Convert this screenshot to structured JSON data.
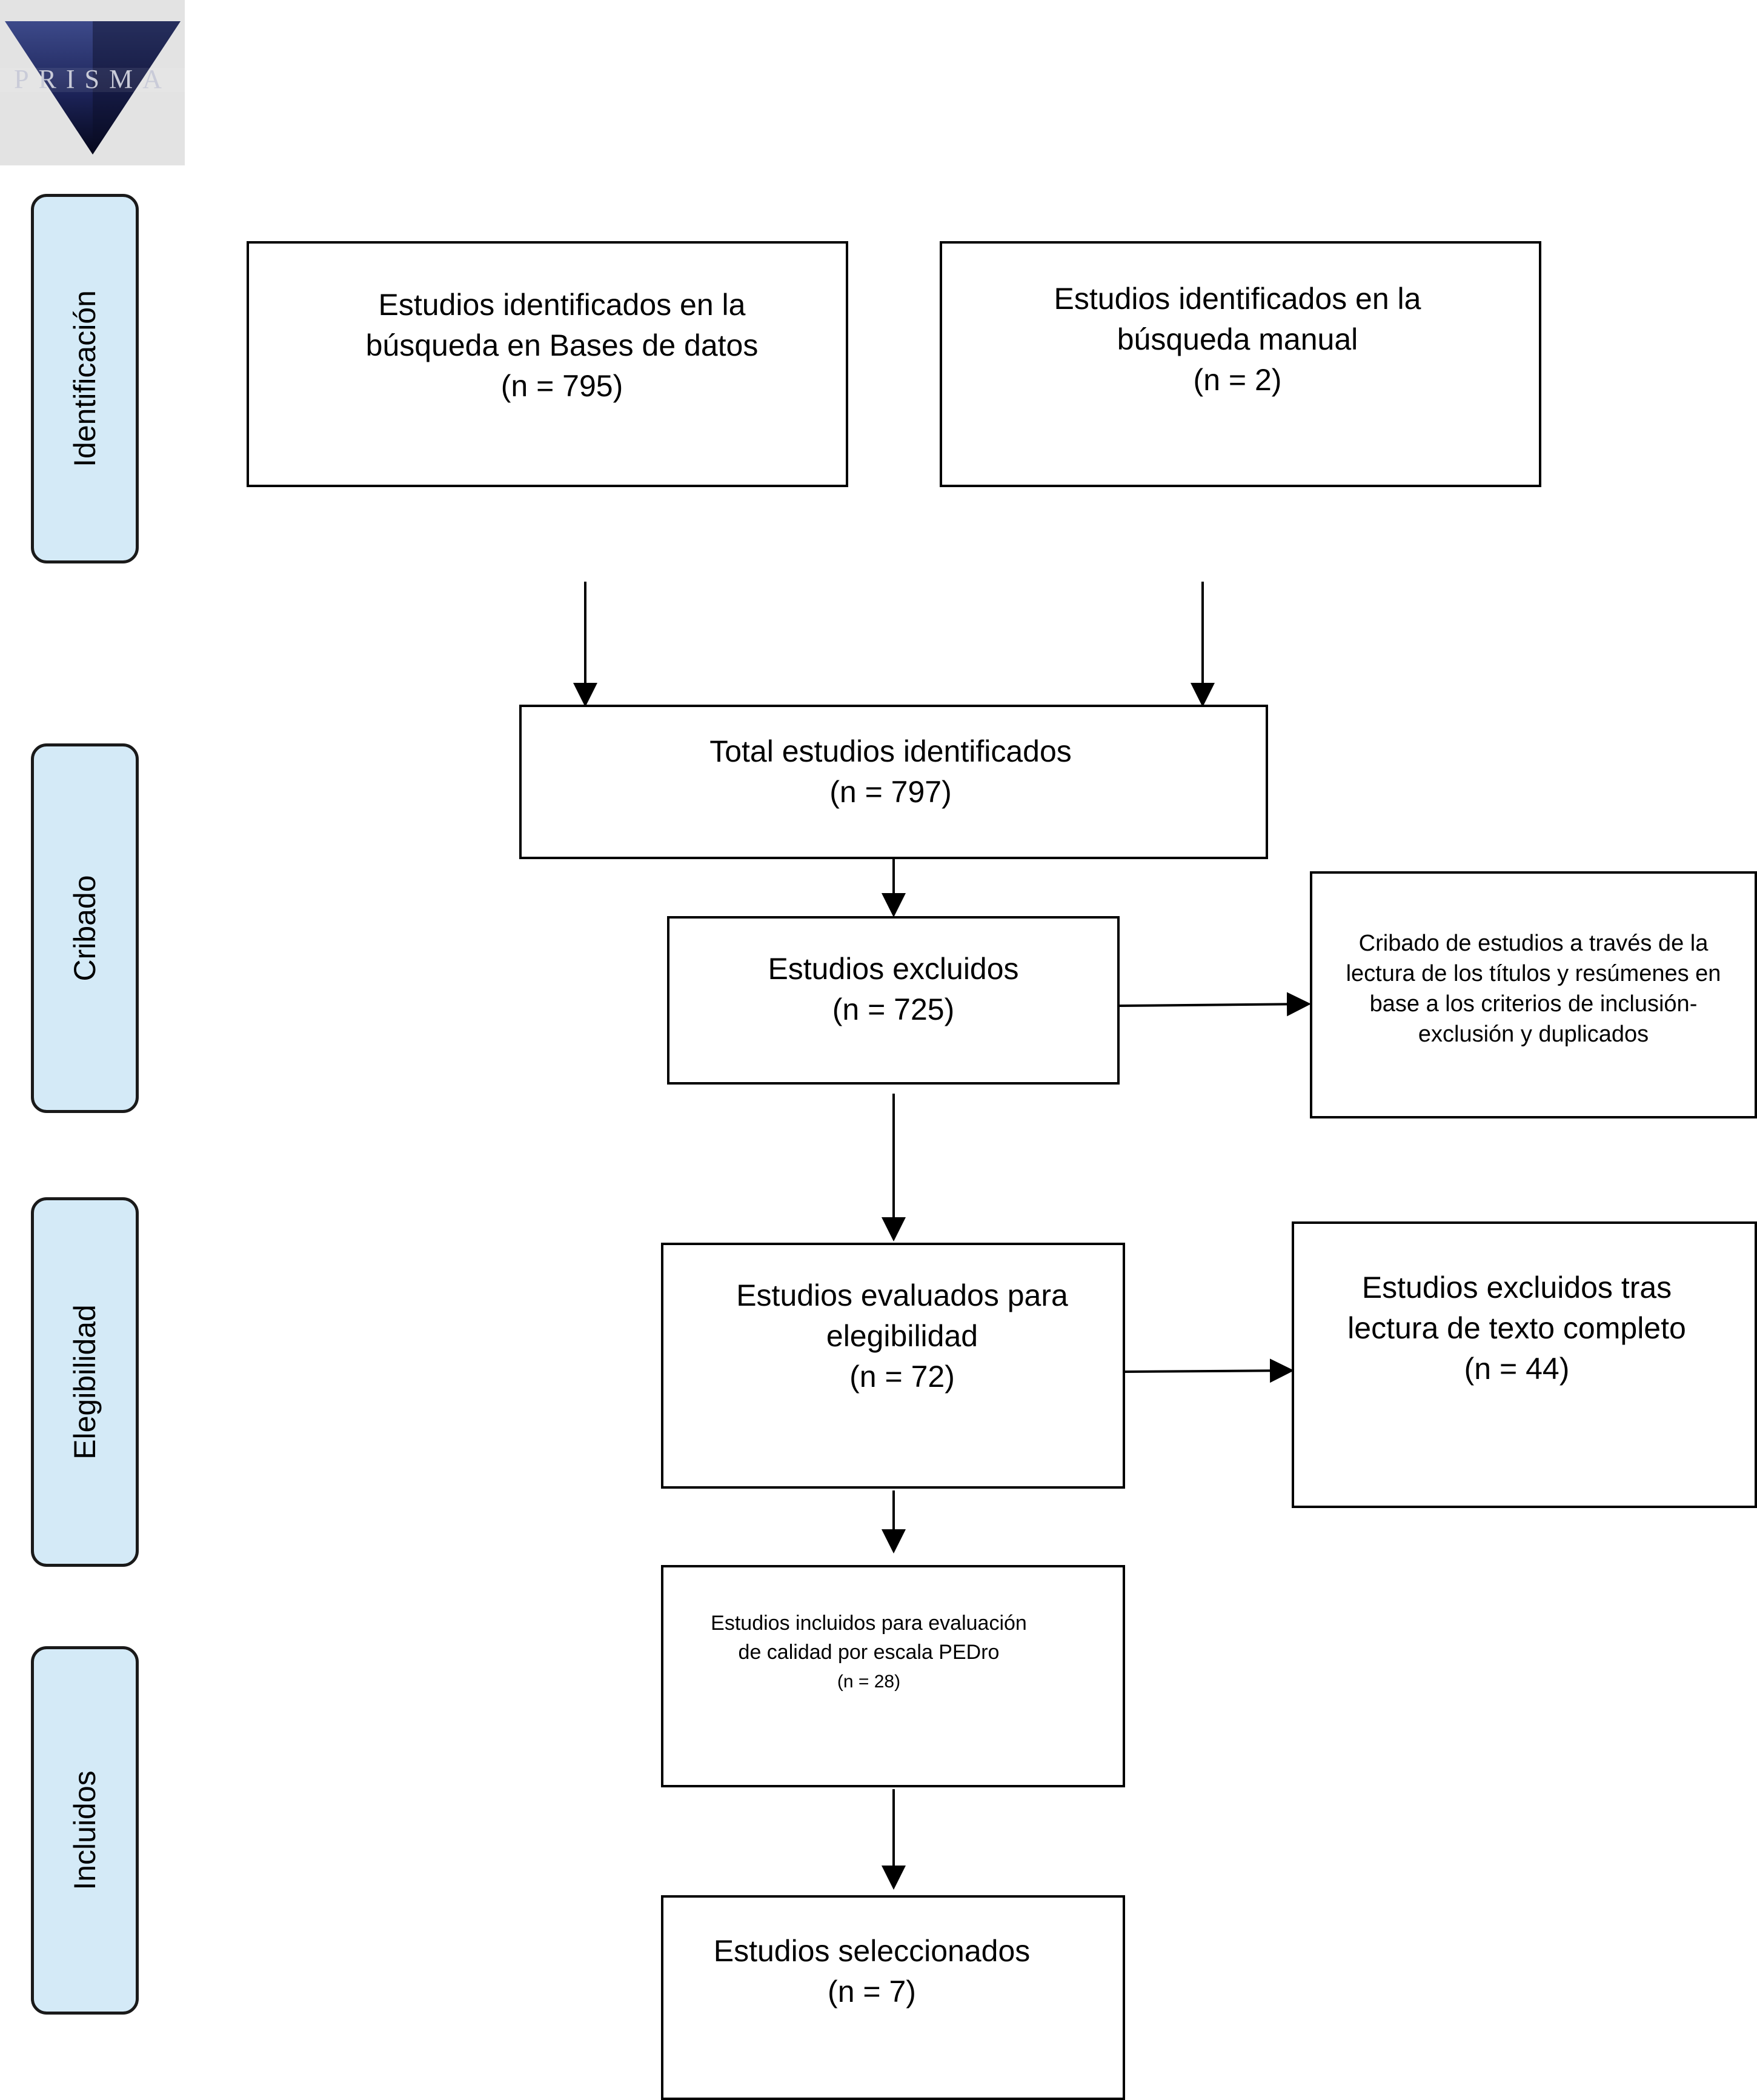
{
  "logo": {
    "text": "PRISMA"
  },
  "stages": [
    {
      "label": "Identificación"
    },
    {
      "label": "Cribado"
    },
    {
      "label": "Elegibilidad"
    },
    {
      "label": "Incluidos"
    }
  ],
  "boxes": {
    "db_search": {
      "line1": "Estudios identificados en la",
      "line2": "búsqueda en Bases de datos",
      "line3": "(n = 795)"
    },
    "manual_search": {
      "line1": "Estudios identificados en la",
      "line2": "búsqueda manual",
      "line3": "(n = 2)"
    },
    "total": {
      "line1": "Total estudios identificados",
      "line2": "(n = 797)"
    },
    "excluded": {
      "line1": "Estudios excluidos",
      "line2": "(n = 725)"
    },
    "screening_note": {
      "line1": "Cribado de estudios a través de la",
      "line2": "lectura de los títulos y resúmenes en",
      "line3": "base a los criterios de inclusión-",
      "line4": "exclusión y duplicados"
    },
    "eligibility": {
      "line1": "Estudios evaluados para",
      "line2": "elegibilidad",
      "line3": "(n = 72)"
    },
    "fulltext_excluded": {
      "line1": "Estudios excluidos tras",
      "line2": "lectura de texto completo",
      "line3": "(n = 44)"
    },
    "pedro": {
      "line1": "Estudios incluidos para evaluación",
      "line2": "de calidad por escala PEDro",
      "line3": "(n = 28)"
    },
    "selected": {
      "line1": "Estudios seleccionados",
      "line2": "(n = 7)"
    }
  }
}
